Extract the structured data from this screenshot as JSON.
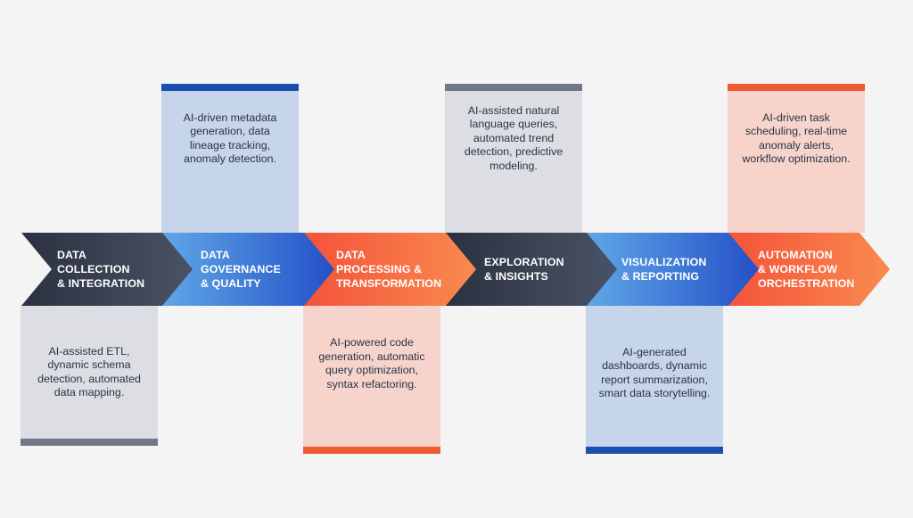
{
  "stages": [
    {
      "title_lines": [
        "DATA",
        "COLLECTION",
        "& INTEGRATION"
      ],
      "desc": "AI-assisted ETL, dynamic schema detection, automated data mapping.",
      "box_color": "#dcdee3",
      "bar_color": "#707887"
    },
    {
      "title_lines": [
        "DATA",
        "GOVERNANCE",
        "& QUALITY"
      ],
      "desc": "AI-driven metadata generation, data lineage tracking, anomaly detection.",
      "box_color": "#c6d5e9",
      "bar_color": "#1a4fb0"
    },
    {
      "title_lines": [
        "DATA",
        "PROCESSING &",
        "TRANSFORMATION"
      ],
      "desc": "AI-powered code generation, automatic query optimization, syntax refactoring.",
      "box_color": "#f6d4cc",
      "bar_color": "#f05a32"
    },
    {
      "title_lines": [
        "EXPLORATION",
        "& INSIGHTS"
      ],
      "desc": "AI-assisted natural language queries, automated trend detection, predictive modeling.",
      "box_color": "#dcdee3",
      "bar_color": "#707887"
    },
    {
      "title_lines": [
        "VISUALIZATION",
        "& REPORTING"
      ],
      "desc": "AI-generated dashboards, dynamic report summarization, smart data storytelling.",
      "box_color": "#c6d5e9",
      "bar_color": "#1a4fb0"
    },
    {
      "title_lines": [
        "AUTOMATION",
        "& WORKFLOW",
        "ORCHESTRATION"
      ],
      "desc": "AI-driven task scheduling, real-time anomaly alerts, workflow optimization.",
      "box_color": "#f6d4cc",
      "bar_color": "#f05a32"
    }
  ],
  "colors": {
    "dark_from": "#2b3140",
    "dark_to": "#4a5366",
    "blue_from": "#5fa7e6",
    "blue_to": "#2450c8",
    "orange_from": "#f4533a",
    "orange_to": "#f98a4f"
  }
}
